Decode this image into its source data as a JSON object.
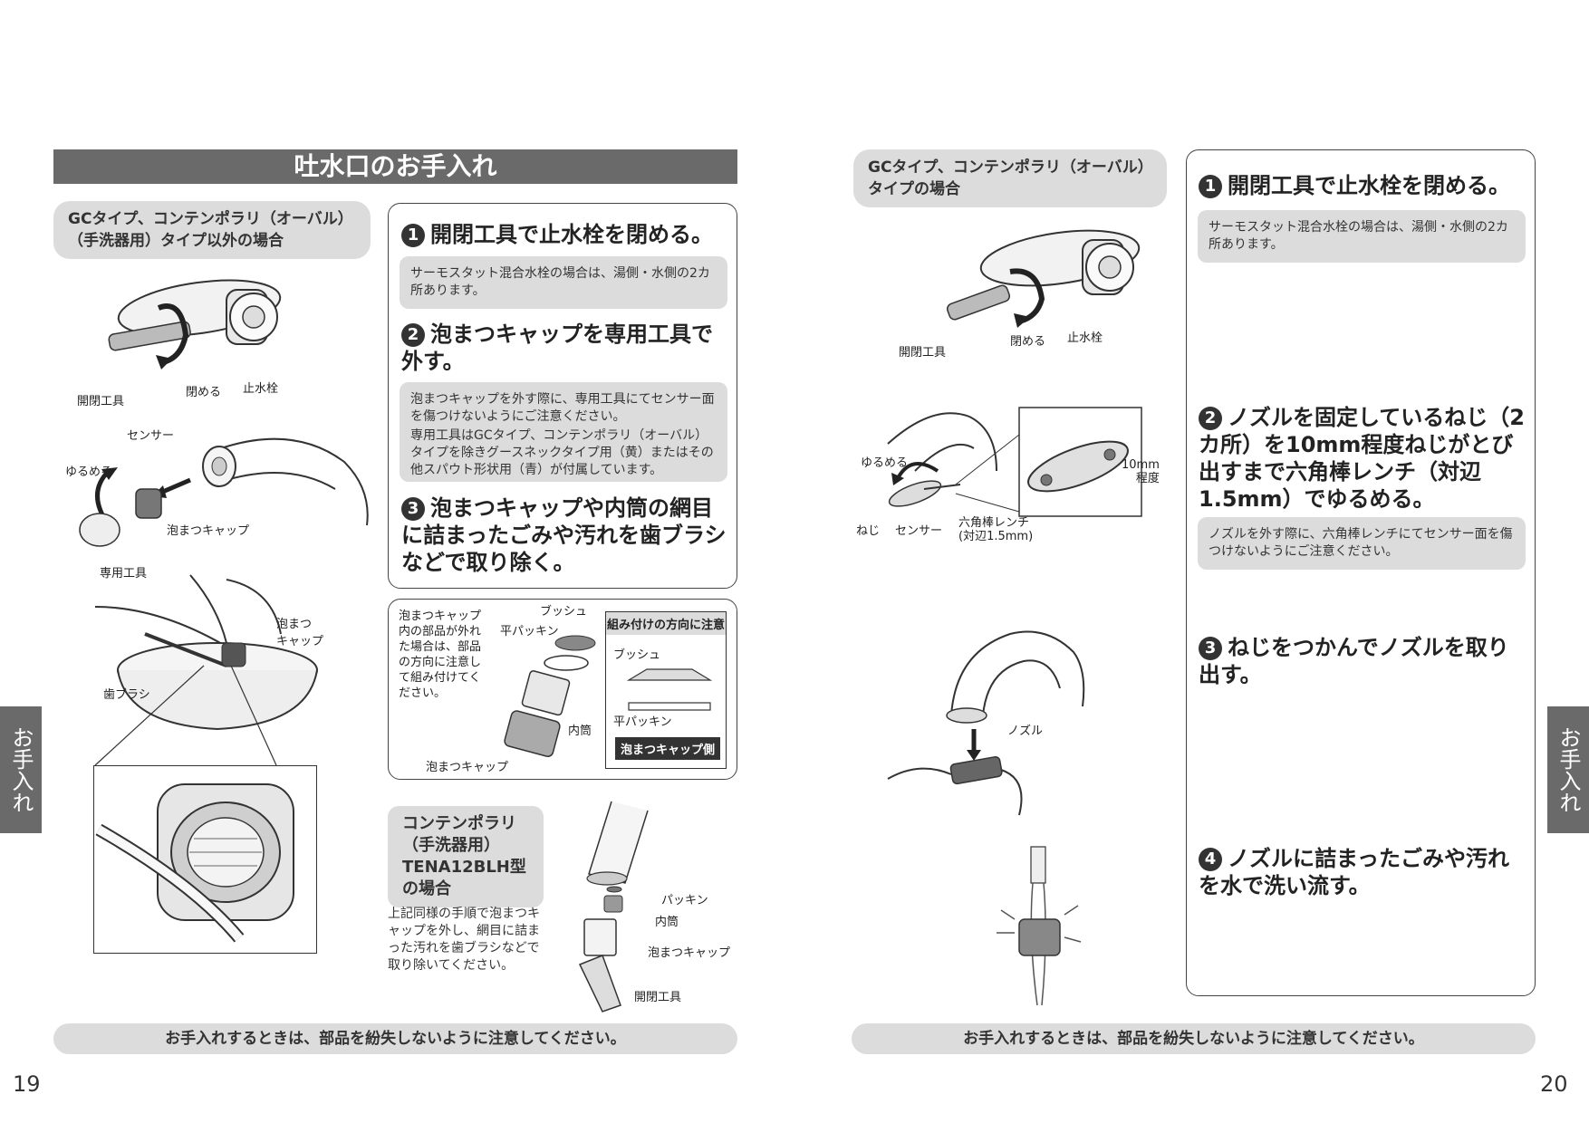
{
  "left": {
    "banner": "吐水口のお手入れ",
    "type_label": "GCタイプ、コンテンポラリ（オーバル）（手洗器用）タイプ以外の場合",
    "fig_labels": {
      "kaihei": "開閉工具",
      "shimeru": "閉める",
      "shisuisen": "止水栓",
      "sensor": "センサー",
      "yurumeru": "ゆるめる",
      "awacap": "泡まつキャップ",
      "senyo": "専用工具",
      "awacap2": "泡まつ\nキャップ",
      "haburashi": "歯ブラシ"
    },
    "steps": [
      {
        "num": "1",
        "text": "開閉工具で止水栓を閉める。"
      },
      {
        "num": "2",
        "text": "泡まつキャップを専用工具で外す。"
      },
      {
        "num": "3",
        "text": "泡まつキャップや内筒の網目に詰まったごみや汚れを歯ブラシなどで取り除く。"
      }
    ],
    "notes": [
      "サーモスタット混合水栓の場合は、湯側・水側の2カ所あります。",
      "泡まつキャップを外す際に、専用工具にてセンサー面を傷つけないようにご注意ください。",
      "専用工具はGCタイプ、コンテンポラリ（オーバル）タイプを除きグースネックタイプ用（黄）またはその他スパウト形状用（青）が付属しています。"
    ],
    "parts_box": {
      "text": "泡まつキャップ内の部品が外れた場合は、部品の方向に注意して組み付けてください。",
      "bush": "ブッシュ",
      "hirapacking": "平パッキン",
      "naitou": "内筒",
      "awacap": "泡まつキャップ",
      "direction_title": "組み付けの方向に注意",
      "bush2": "ブッシュ",
      "hirapacking2": "平パッキン",
      "awacap_side": "泡まつキャップ側"
    },
    "contemporary": {
      "label": "コンテンポラリ（手洗器用）TENA12BLH型の場合",
      "text": "上記同様の手順で泡まつキャップを外し、網目に詰まった汚れを歯ブラシなどで取り除いてください。",
      "packing": "パッキン",
      "naitou": "内筒",
      "awacap": "泡まつキャップ",
      "kaihei": "開閉工具"
    },
    "footer": "お手入れするときは、部品を紛失しないように注意してください。",
    "page": "19",
    "tab": "お手入れ"
  },
  "right": {
    "type_label": "GCタイプ、コンテンポラリ（オーバル）タイプの場合",
    "fig_labels": {
      "kaihei": "開閉工具",
      "shimeru": "閉める",
      "shisuisen": "止水栓",
      "yurumeru": "ゆるめる",
      "neji": "ねじ",
      "sensor": "センサー",
      "wrench": "六角棒レンチ\n(対辺1.5mm)",
      "tenmm": "10mm\n程度",
      "nozzle": "ノズル"
    },
    "steps": [
      {
        "num": "1",
        "text": "開閉工具で止水栓を閉める。"
      },
      {
        "num": "2",
        "text": "ノズルを固定しているねじ（2カ所）を10mm程度ねじがとび出すまで六角棒レンチ（対辺1.5mm）でゆるめる。"
      },
      {
        "num": "3",
        "text": "ねじをつかんでノズルを取り出す。"
      },
      {
        "num": "4",
        "text": "ノズルに詰まったごみや汚れを水で洗い流す。"
      }
    ],
    "notes": [
      "サーモスタット混合水栓の場合は、湯側・水側の2カ所あります。",
      "ノズルを外す際に、六角棒レンチにてセンサー面を傷つけないようにご注意ください。"
    ],
    "footer": "お手入れするときは、部品を紛失しないように注意してください。",
    "page": "20",
    "tab": "お手入れ"
  }
}
